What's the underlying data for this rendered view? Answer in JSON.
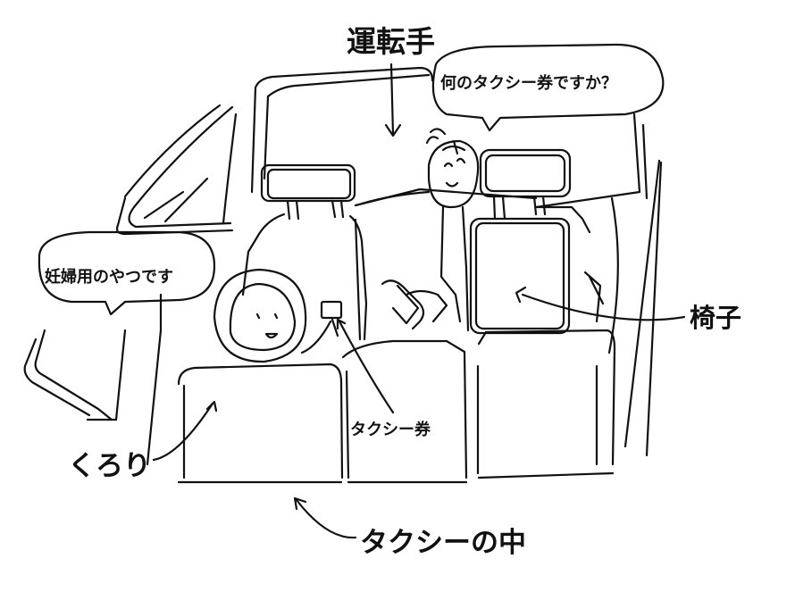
{
  "labels": {
    "driver": "運転手",
    "seat": "椅子",
    "kurori": "くろり",
    "taxi_inside": "タクシーの中",
    "taxi_ticket": "タクシー券"
  },
  "speech": {
    "driver": "何のタクシー券ですか？",
    "kurori": "妊婦用のやつです"
  },
  "colors": {
    "ink": "#111111",
    "paper": "#ffffff"
  }
}
